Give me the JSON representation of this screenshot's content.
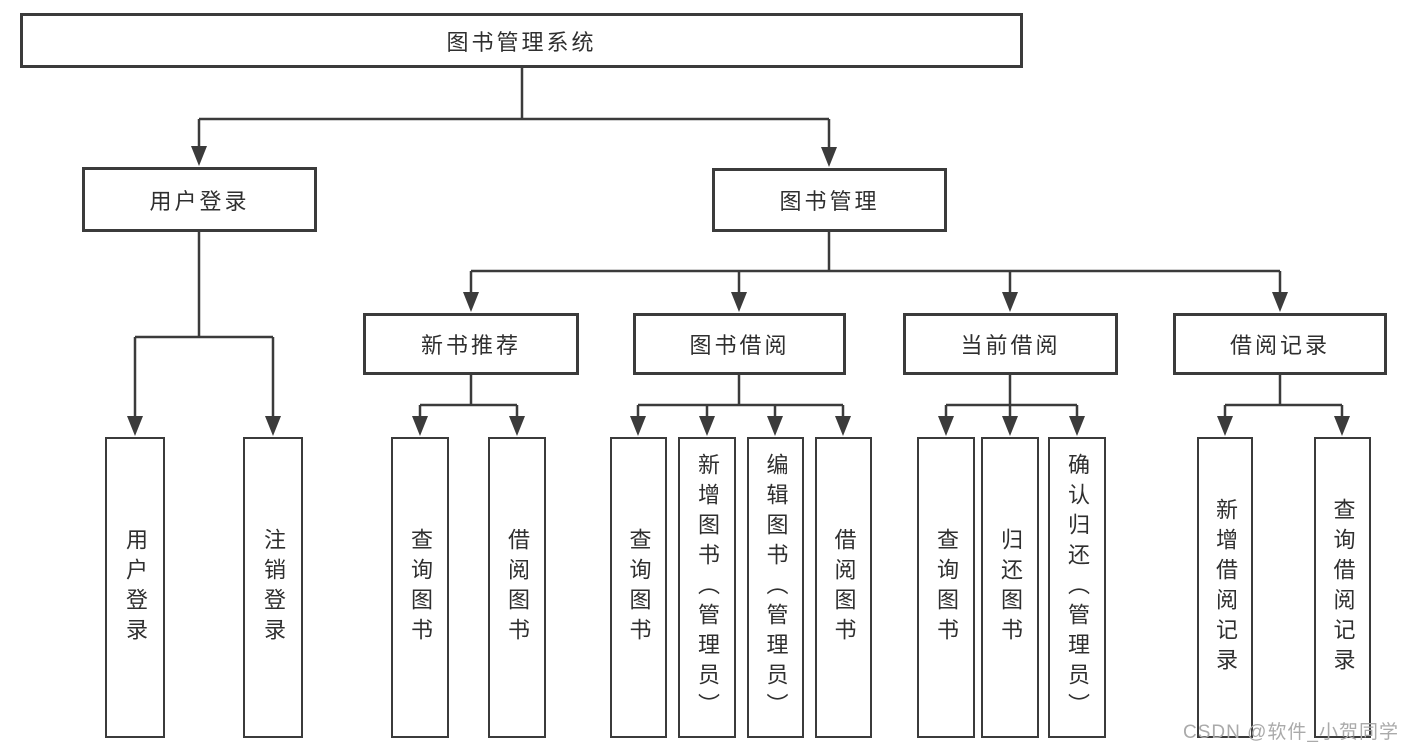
{
  "tree": {
    "root": {
      "label": "图书管理系统",
      "children": [
        {
          "label": "用户登录",
          "children": [
            {
              "label": "用户登录"
            },
            {
              "label": "注销登录"
            }
          ]
        },
        {
          "label": "图书管理",
          "children": [
            {
              "label": "新书推荐",
              "children": [
                {
                  "label": "查询图书"
                },
                {
                  "label": "借阅图书"
                }
              ]
            },
            {
              "label": "图书借阅",
              "children": [
                {
                  "label": "查询图书"
                },
                {
                  "label": "新增图书（管理员）"
                },
                {
                  "label": "编辑图书（管理员）"
                },
                {
                  "label": "借阅图书"
                }
              ]
            },
            {
              "label": "当前借阅",
              "children": [
                {
                  "label": "查询图书"
                },
                {
                  "label": "归还图书"
                },
                {
                  "label": "确认归还（管理员）"
                }
              ]
            },
            {
              "label": "借阅记录",
              "children": [
                {
                  "label": "新增借阅记录"
                },
                {
                  "label": "查询借阅记录"
                }
              ]
            }
          ]
        }
      ]
    }
  },
  "watermark": {
    "text": "CSDN @软件_小贺同学"
  },
  "colors": {
    "line": "#3b3b3b",
    "text": "#2f2f2f",
    "watermark": "#aaaaaa",
    "background": "#ffffff"
  }
}
